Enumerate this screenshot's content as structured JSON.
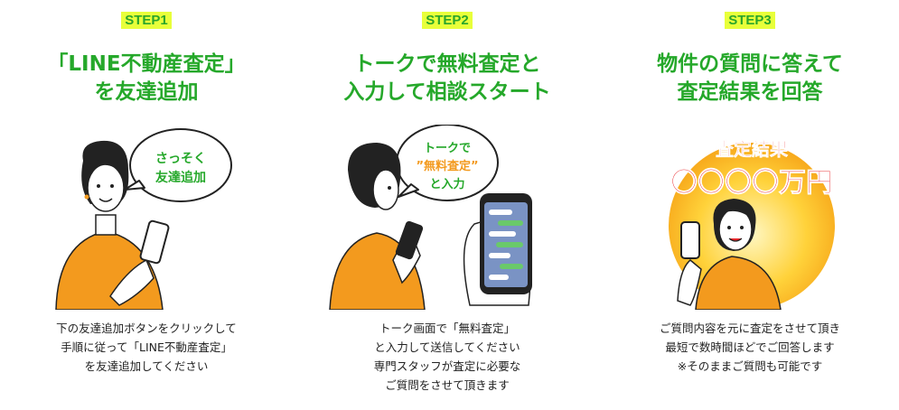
{
  "steps": [
    {
      "badge": "STEP1",
      "title_lines": [
        "「LINE不動産査定」",
        "を友達追加"
      ],
      "bubble_lines": [
        "さっそく",
        "友達追加"
      ],
      "desc_lines": [
        "下の友達追加ボタンをクリックして",
        "手順に従って「LINE不動産査定」",
        "を友達追加してください"
      ]
    },
    {
      "badge": "STEP2",
      "title_lines": [
        "トークで無料査定と",
        "入力して相談スタート"
      ],
      "bubble_lines": [
        "トークで",
        "”無料査定”",
        "と入力"
      ],
      "desc_lines": [
        "トーク画面で「無料査定」",
        "と入力して送信してください",
        "専門スタッフが査定に必要な",
        "ご質問をさせて頂きます"
      ]
    },
    {
      "badge": "STEP3",
      "title_lines": [
        "物件の質問に答えて",
        "査定結果を回答"
      ],
      "result_lines": [
        "査定結果",
        "〇〇〇〇万円"
      ],
      "desc_lines": [
        "ご質問内容を元に査定をさせて頂き",
        "最短で数時間ほどでご回答します",
        "※そのままご質問も可能です"
      ]
    }
  ],
  "colors": {
    "accent_green": "#25a82a",
    "badge_yellow": "#e8ff3a",
    "shirt_orange": "#f39a1e",
    "result_red": "#e8262a",
    "chat_green": "#6ac96a"
  },
  "icons": [
    "smartphone-icon",
    "speech-bubble-icon",
    "chat-screen-icon"
  ]
}
